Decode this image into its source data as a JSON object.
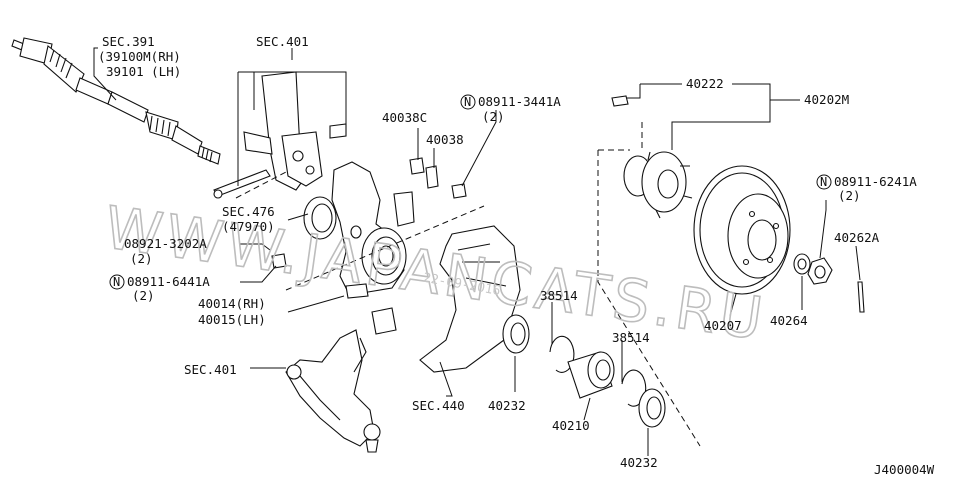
{
  "labels": {
    "sec391": "SEC.391",
    "p39100m": "(39100M(RH)",
    "p39101": "39101 (LH)",
    "sec401_top": "SEC.401",
    "p40038c": "40038C",
    "p40038": "40038",
    "n08911_3441a": "08911-3441A",
    "qty_2a": "(2)",
    "sec476": "SEC.476",
    "p47970": "(47970)",
    "p08921": "08921-3202A",
    "qty_2b": "(2)",
    "n08911_6441a": "08911-6441A",
    "qty_2c": "(2)",
    "p40014": "40014(RH)",
    "p40015": "40015(LH)",
    "sec401_bot": "SEC.401",
    "sec440": "SEC.440",
    "p40232a": "40232",
    "p38514a": "38514",
    "p40210": "40210",
    "p38514b": "38514",
    "p40232b": "40232",
    "p40222": "40222",
    "p40202m": "40202M",
    "n08911_6241a": "08911-6241A",
    "qty_2d": "(2)",
    "p40262a": "40262A",
    "p40207": "40207",
    "p40264": "40264",
    "diagram_id": "J400004W",
    "n_marker": "N"
  },
  "watermark": {
    "text": "WWW.JAPANCATS.RU",
    "stamp": "22-09-2016"
  }
}
